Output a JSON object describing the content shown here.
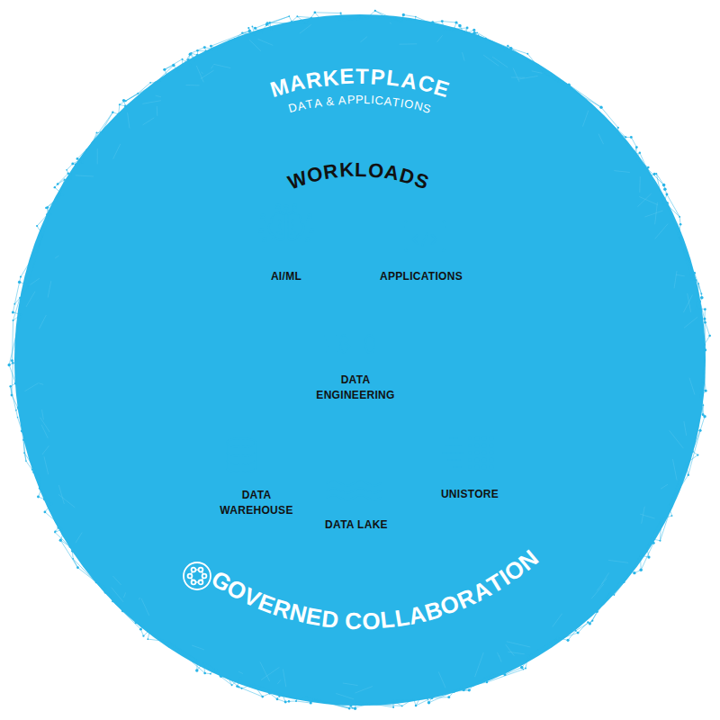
{
  "diagram": {
    "nodes": [
      {
        "text": [
          "MARKETPLACE",
          "DATA & APPLICATIONS",
          "GOVERNED COLLABORATION"
        ]
      },
      {
        "text": [
          "WORKLOADS"
        ],
        "in": 0
      }
    ],
    "labels": [
      "AI/ML",
      "APPLICATIONS",
      "DATA ENGINEERING",
      "DATA WAREHOUSE",
      "DATA LAKE",
      "UNISTORE"
    ]
  }
}
